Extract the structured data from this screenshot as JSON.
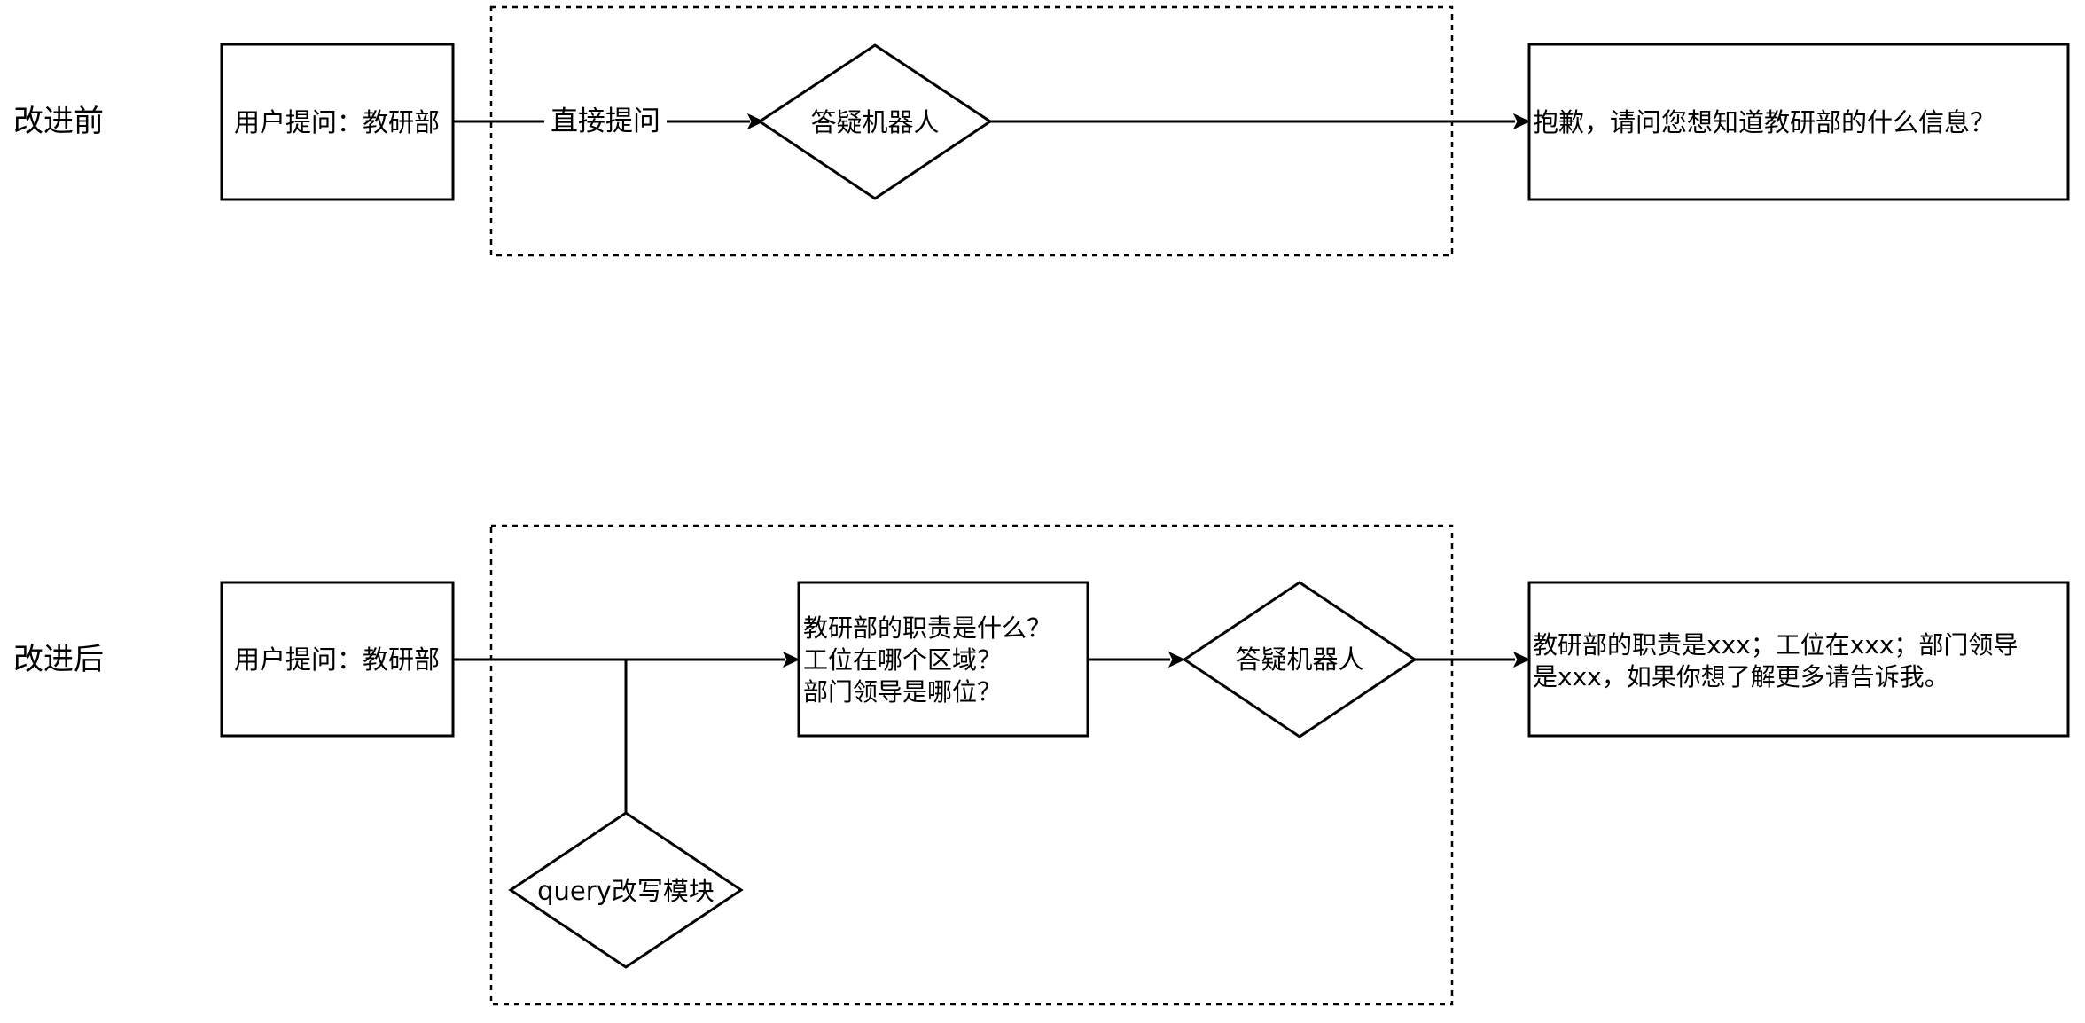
{
  "sections": {
    "before": {
      "title": "改进前",
      "user_question": "用户提问：教研部",
      "edge_label": "直接提问",
      "bot": "答疑机器人",
      "answer": "抱歉，请问您想知道教研部的什么信息？"
    },
    "after": {
      "title": "改进后",
      "user_question": "用户提问：教研部",
      "rewritten_questions": [
        "教研部的职责是什么？",
        "工位在哪个区域？",
        "部门领导是哪位？"
      ],
      "bot": "答疑机器人",
      "rewrite_module": "query改写模块",
      "answer_lines": [
        "教研部的职责是xxx；工位在xxx；部门领导",
        "是xxx，如果你想了解更多请告诉我。"
      ]
    }
  }
}
